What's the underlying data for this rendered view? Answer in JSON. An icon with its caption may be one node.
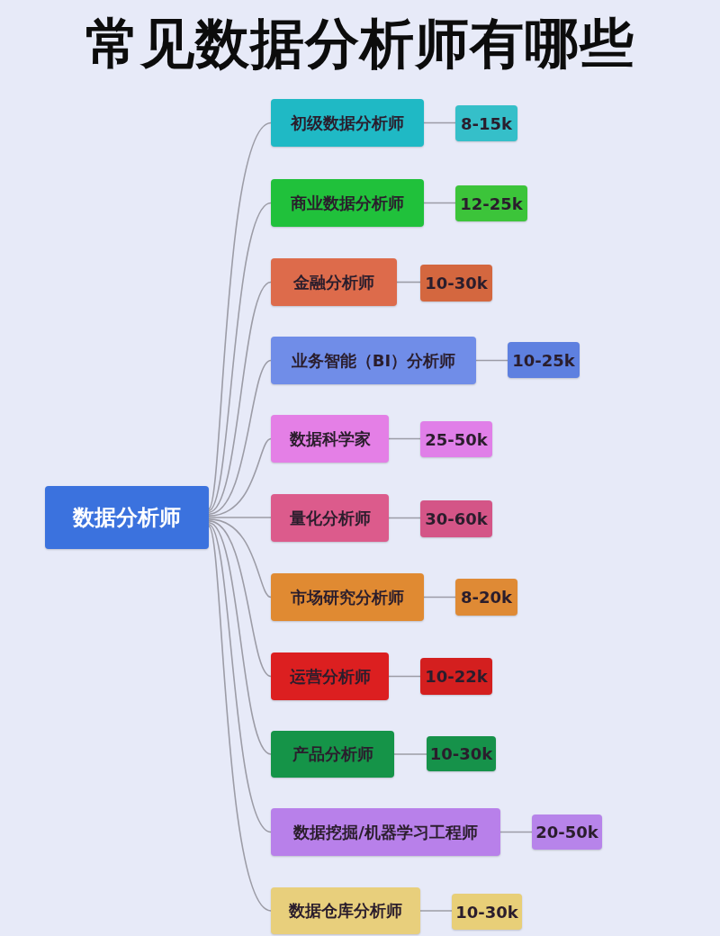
{
  "diagram": {
    "title": "常见数据分析师有哪些",
    "nodes": [
      {
        "text": [
          "数据分析师"
        ]
      },
      {
        "text": [
          "初级数据分析师"
        ]
      },
      {
        "text": [
          "8-15k"
        ]
      },
      {
        "text": [
          "商业数据分析师"
        ]
      },
      {
        "text": [
          "12-25k"
        ]
      },
      {
        "text": [
          "金融分析师"
        ]
      },
      {
        "text": [
          "10-30k"
        ]
      },
      {
        "text": [
          "业务智能（BI）分析师"
        ]
      },
      {
        "text": [
          "10-25k"
        ]
      },
      {
        "text": [
          "数据科学家"
        ]
      },
      {
        "text": [
          "25-50k"
        ]
      },
      {
        "text": [
          "量化分析师"
        ]
      },
      {
        "text": [
          "30-60k"
        ]
      },
      {
        "text": [
          "市场研究分析师"
        ]
      },
      {
        "text": [
          "8-20k"
        ]
      },
      {
        "text": [
          "运营分析师"
        ]
      },
      {
        "text": [
          "10-22k"
        ]
      },
      {
        "text": [
          "产品分析师"
        ]
      },
      {
        "text": [
          "10-30k"
        ]
      },
      {
        "text": [
          "数据挖掘/机器学习工程师"
        ]
      },
      {
        "text": [
          "20-50k"
        ]
      },
      {
        "text": [
          "数据仓库分析师"
        ]
      },
      {
        "text": [
          "10-30k"
        ]
      }
    ],
    "edges": [
      {
        "from": 0,
        "to": 1,
        "arrow": "none"
      },
      {
        "from": 1,
        "to": 2,
        "arrow": "none"
      },
      {
        "from": 0,
        "to": 3,
        "arrow": "none"
      },
      {
        "from": 3,
        "to": 4,
        "arrow": "none"
      },
      {
        "from": 0,
        "to": 5,
        "arrow": "none"
      },
      {
        "from": 5,
        "to": 6,
        "arrow": "none"
      },
      {
        "from": 0,
        "to": 7,
        "arrow": "none"
      },
      {
        "from": 7,
        "to": 8,
        "arrow": "none"
      },
      {
        "from": 0,
        "to": 9,
        "arrow": "none"
      },
      {
        "from": 9,
        "to": 10,
        "arrow": "none"
      },
      {
        "from": 0,
        "to": 11,
        "arrow": "none"
      },
      {
        "from": 11,
        "to": 12,
        "arrow": "none"
      },
      {
        "from": 0,
        "to": 13,
        "arrow": "none"
      },
      {
        "from": 13,
        "to": 14,
        "arrow": "none"
      },
      {
        "from": 0,
        "to": 15,
        "arrow": "none"
      },
      {
        "from": 15,
        "to": 16,
        "arrow": "none"
      },
      {
        "from": 0,
        "to": 17,
        "arrow": "none"
      },
      {
        "from": 17,
        "to": 18,
        "arrow": "none"
      },
      {
        "from": 0,
        "to": 19,
        "arrow": "none"
      },
      {
        "from": 19,
        "to": 20,
        "arrow": "none"
      },
      {
        "from": 0,
        "to": 21,
        "arrow": "none"
      },
      {
        "from": 21,
        "to": 22,
        "arrow": "none"
      }
    ]
  }
}
